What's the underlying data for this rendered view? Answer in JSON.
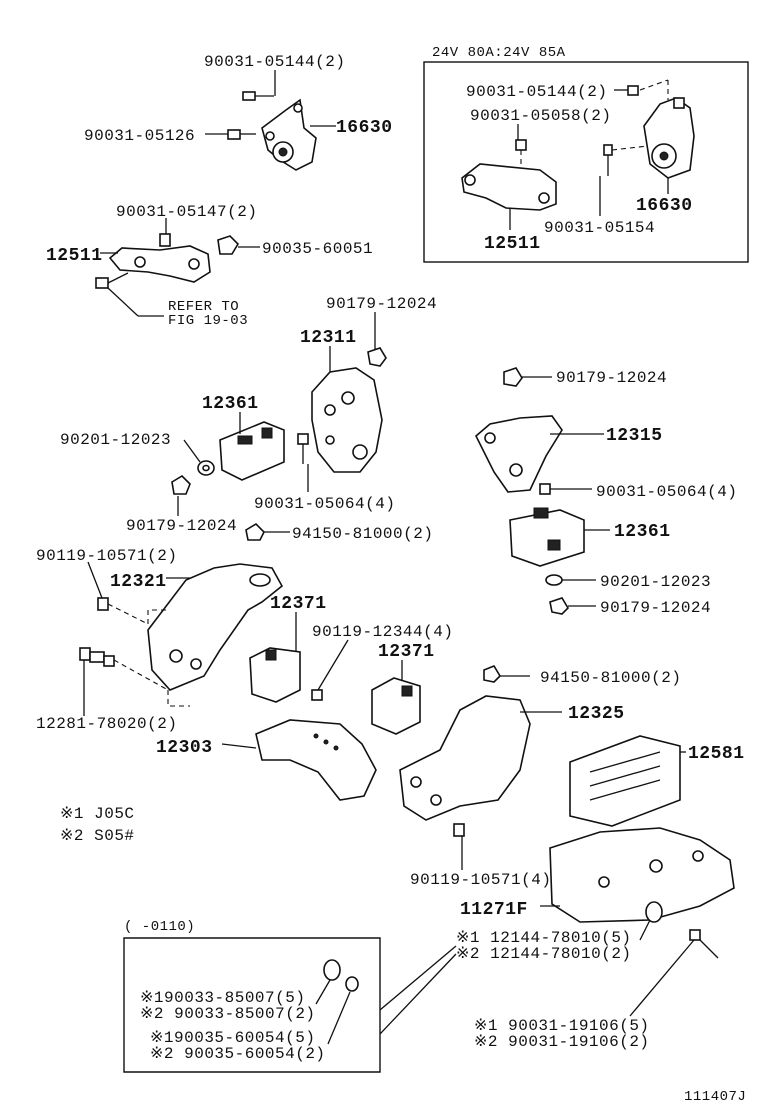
{
  "inset_top": {
    "title": "24V 80A:24V 85A"
  },
  "inset_bottom": {
    "title": "(      -0110)"
  },
  "labels": {
    "l01": "90031-05144(2)",
    "l02": "90031-05126",
    "l03": "16630",
    "l04": "90031-05147(2)",
    "l05": "12511",
    "l06": "90035-60051",
    "l07": "REFER TO",
    "l08": "FIG 19-03",
    "l09": "90031-05144(2)",
    "l10": "90031-05058(2)",
    "l11": "16630",
    "l12": "12511",
    "l13": "90031-05154",
    "l14": "90179-12024",
    "l15": "12311",
    "l16": "12361",
    "l17": "90201-12023",
    "l18": "90031-05064(4)",
    "l19": "90179-12024",
    "l20": "94150-81000(2)",
    "l21": "90179-12024",
    "l22": "12315",
    "l23": "90031-05064(4)",
    "l24": "12361",
    "l25": "90201-12023",
    "l26": "90179-12024",
    "l27": "90119-10571(2)",
    "l28": "12321",
    "l29": "12371",
    "l30": "90119-12344(4)",
    "l31": "12371",
    "l32": "94150-81000(2)",
    "l33": "12281-78020(2)",
    "l34": "12303",
    "l35": "12325",
    "l36": "12581",
    "l37": "※1 J05C",
    "l38": "※2 S05#",
    "l39": "90119-10571(4)",
    "l40": "11271F",
    "l41": "※1 12144-78010(5)",
    "l42": "※2 12144-78010(2)",
    "l43": "※190033-85007(5)",
    "l44": "※2 90033-85007(2)",
    "l45": "※190035-60054(5)",
    "l46": "※2 90035-60054(2)",
    "l47": "※1  90031-19106(5)",
    "l48": "※2  90031-19106(2)",
    "l49": "111407J"
  }
}
